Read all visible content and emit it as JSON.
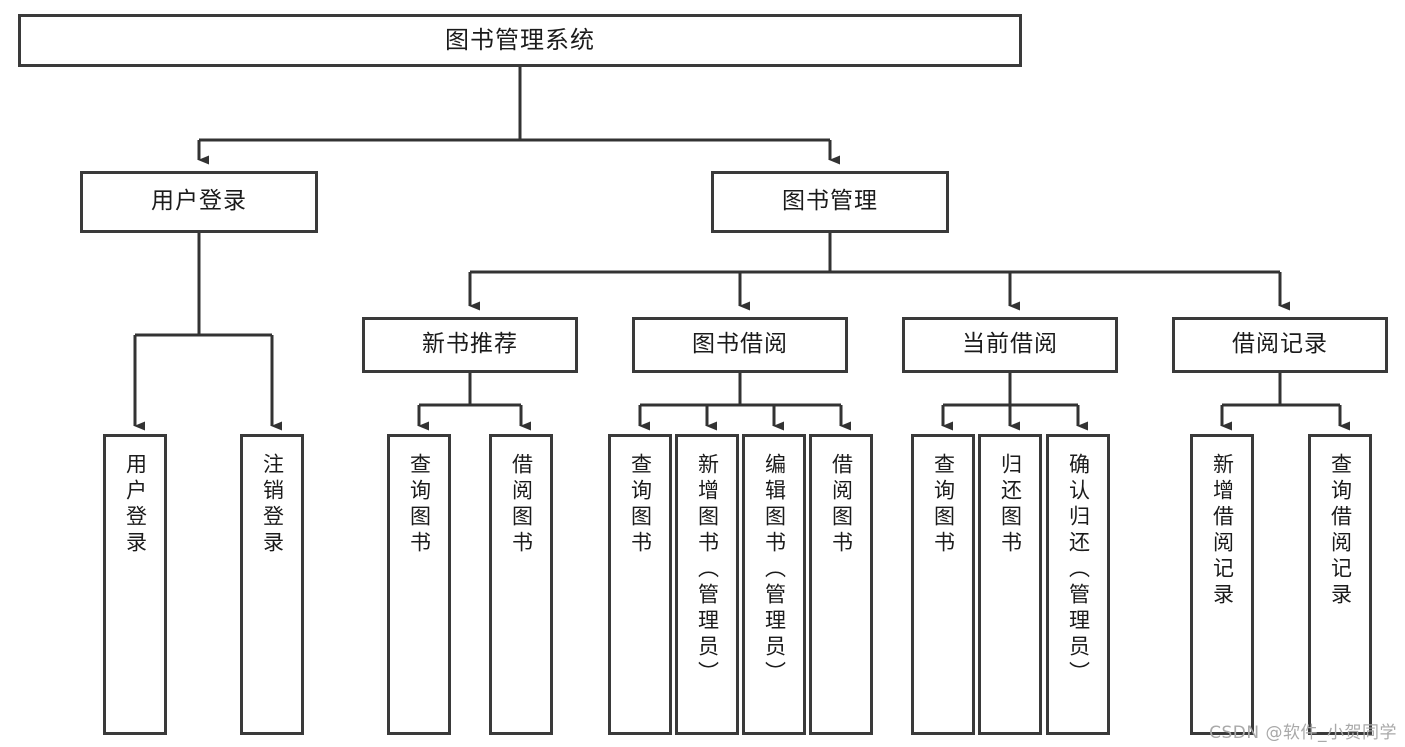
{
  "diagram": {
    "type": "tree-hierarchy",
    "title": "图书管理系统",
    "watermark": "CSDN @软件_小贺同学",
    "colors": {
      "background": "#ffffff",
      "box_fill": "#ffffff",
      "box_border": "#3a3a3a",
      "connector": "#333333",
      "text": "#1b1b1b",
      "watermark": "#a9a9a9"
    },
    "root": {
      "label": "图书管理系统"
    },
    "level2": [
      {
        "id": "user-login",
        "label": "用户登录"
      },
      {
        "id": "book-manage",
        "label": "图书管理"
      }
    ],
    "level3": [
      {
        "id": "new-book-rec",
        "label": "新书推荐",
        "parent": "book-manage"
      },
      {
        "id": "book-borrow",
        "label": "图书借阅",
        "parent": "book-manage"
      },
      {
        "id": "current-borrow",
        "label": "当前借阅",
        "parent": "book-manage"
      },
      {
        "id": "borrow-record",
        "label": "借阅记录",
        "parent": "book-manage"
      }
    ],
    "leaves": [
      {
        "id": "leaf-user-login",
        "label": "用户登录",
        "parent": "user-login"
      },
      {
        "id": "leaf-user-logout",
        "label": "注销登录",
        "parent": "user-login"
      },
      {
        "id": "leaf-rec-query",
        "label": "查询图书",
        "parent": "new-book-rec"
      },
      {
        "id": "leaf-rec-borrow",
        "label": "借阅图书",
        "parent": "new-book-rec"
      },
      {
        "id": "leaf-borrow-query",
        "label": "查询图书",
        "parent": "book-borrow"
      },
      {
        "id": "leaf-borrow-add",
        "label": "新增图书（管理员）",
        "parent": "book-borrow"
      },
      {
        "id": "leaf-borrow-edit",
        "label": "编辑图书（管理员）",
        "parent": "book-borrow"
      },
      {
        "id": "leaf-borrow-lend",
        "label": "借阅图书",
        "parent": "book-borrow"
      },
      {
        "id": "leaf-cur-query",
        "label": "查询图书",
        "parent": "current-borrow"
      },
      {
        "id": "leaf-cur-return",
        "label": "归还图书",
        "parent": "current-borrow"
      },
      {
        "id": "leaf-cur-confirm",
        "label": "确认归还（管理员）",
        "parent": "current-borrow"
      },
      {
        "id": "leaf-rec-add",
        "label": "新增借阅记录",
        "parent": "borrow-record"
      },
      {
        "id": "leaf-rec-query-record",
        "label": "查询借阅记录",
        "parent": "borrow-record"
      }
    ]
  }
}
